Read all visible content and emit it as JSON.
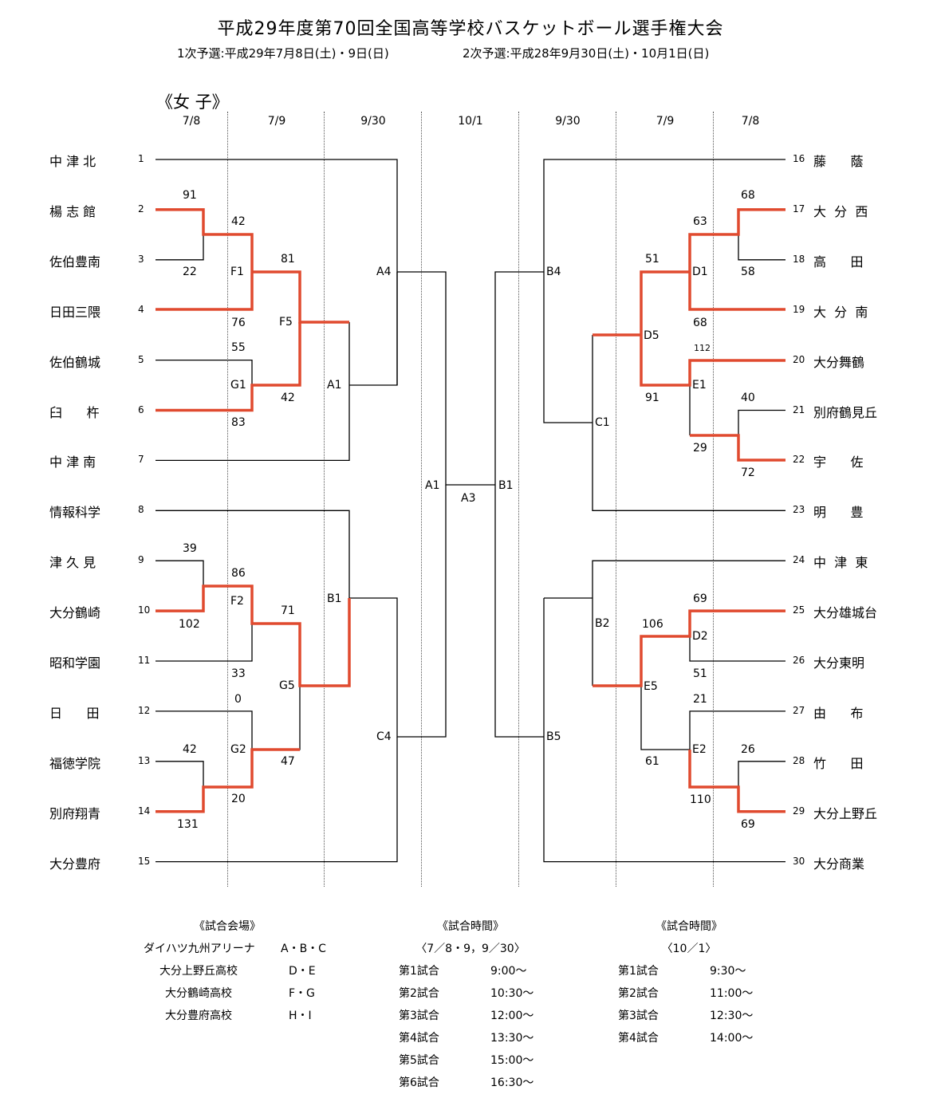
{
  "title": "平成29年度第70回全国高等学校バスケットボール選手権大会",
  "subtitle_1": "1次予選:平成29年7月8日(土)・9日(日)",
  "subtitle_2": "2次予選:平成28年9月30日(土)・10月1日(日)",
  "division": "《女 子》",
  "rounds": [
    "7/8",
    "7/9",
    "9/30",
    "10/1",
    "9/30",
    "7/9",
    "7/8"
  ],
  "left_teams": [
    {
      "seed": "1",
      "name": "中 津 北"
    },
    {
      "seed": "2",
      "name": "楊 志 館"
    },
    {
      "seed": "3",
      "name": "佐伯豊南"
    },
    {
      "seed": "4",
      "name": "日田三隈"
    },
    {
      "seed": "5",
      "name": "佐伯鶴城"
    },
    {
      "seed": "6",
      "name": "臼      杵"
    },
    {
      "seed": "7",
      "name": "中 津 南"
    },
    {
      "seed": "8",
      "name": "情報科学"
    },
    {
      "seed": "9",
      "name": "津 久 見"
    },
    {
      "seed": "10",
      "name": "大分鶴崎"
    },
    {
      "seed": "11",
      "name": "昭和学園"
    },
    {
      "seed": "12",
      "name": "日      田"
    },
    {
      "seed": "13",
      "name": "福徳学院"
    },
    {
      "seed": "14",
      "name": "別府翔青"
    },
    {
      "seed": "15",
      "name": "大分豊府"
    }
  ],
  "right_teams": [
    {
      "seed": "16",
      "name": "藤      蔭"
    },
    {
      "seed": "17",
      "name": "大  分  西"
    },
    {
      "seed": "18",
      "name": "高      田"
    },
    {
      "seed": "19",
      "name": "大  分  南"
    },
    {
      "seed": "20",
      "name": "大分舞鶴"
    },
    {
      "seed": "21",
      "name": "別府鶴見丘"
    },
    {
      "seed": "22",
      "name": "宇      佐"
    },
    {
      "seed": "23",
      "name": "明      豊"
    },
    {
      "seed": "24",
      "name": "中  津  東"
    },
    {
      "seed": "25",
      "name": "大分雄城台"
    },
    {
      "seed": "26",
      "name": "大分東明"
    },
    {
      "seed": "27",
      "name": "由      布"
    },
    {
      "seed": "28",
      "name": "竹      田"
    },
    {
      "seed": "29",
      "name": "大分上野丘"
    },
    {
      "seed": "30",
      "name": "大分商業"
    }
  ],
  "match_codes": [
    "F1",
    "F5",
    "A4",
    "A1",
    "G1",
    "F2",
    "G5",
    "B1",
    "G2",
    "C4",
    "A1",
    "A3",
    "B1",
    "B4",
    "D1",
    "D5",
    "E1",
    "C1",
    "B2",
    "D2",
    "E5",
    "E2",
    "B5"
  ],
  "scores": [
    "91",
    "22",
    "42",
    "76",
    "81",
    "55",
    "83",
    "42",
    "39",
    "102",
    "86",
    "33",
    "71",
    "0",
    "42",
    "131",
    "20",
    "47",
    "68",
    "58",
    "63",
    "68",
    "51",
    "112",
    "40",
    "72",
    "91",
    "29",
    "69",
    "51",
    "106",
    "21",
    "26",
    "61",
    "110",
    "69"
  ],
  "venue_heading": "《試合会場》",
  "venues": [
    {
      "name": "ダイハツ九州アリーナ",
      "courts": "A・B・C"
    },
    {
      "name": "大分上野丘高校",
      "courts": "D・E"
    },
    {
      "name": "大分鶴崎高校",
      "courts": "F・G"
    },
    {
      "name": "大分豊府高校",
      "courts": "H・I"
    }
  ],
  "time_heading_1": "《試合時間》",
  "time_sub_1": "〈7／8・9，9／30〉",
  "times_1": [
    {
      "game": "第1試合",
      "time": "9:00～"
    },
    {
      "game": "第2試合",
      "time": "10:30～"
    },
    {
      "game": "第3試合",
      "time": "12:00～"
    },
    {
      "game": "第4試合",
      "time": "13:30～"
    },
    {
      "game": "第5試合",
      "time": "15:00～"
    },
    {
      "game": "第6試合",
      "time": "16:30～"
    }
  ],
  "time_heading_2": "《試合時間》",
  "time_sub_2": "〈10／1〉",
  "times_2": [
    {
      "game": "第1試合",
      "time": "9:30～"
    },
    {
      "game": "第2試合",
      "time": "11:00～"
    },
    {
      "game": "第3試合",
      "time": "12:30～"
    },
    {
      "game": "第4試合",
      "time": "14:00～"
    }
  ],
  "colors": {
    "winner_line": "#e04a2f",
    "line": "#000000"
  }
}
